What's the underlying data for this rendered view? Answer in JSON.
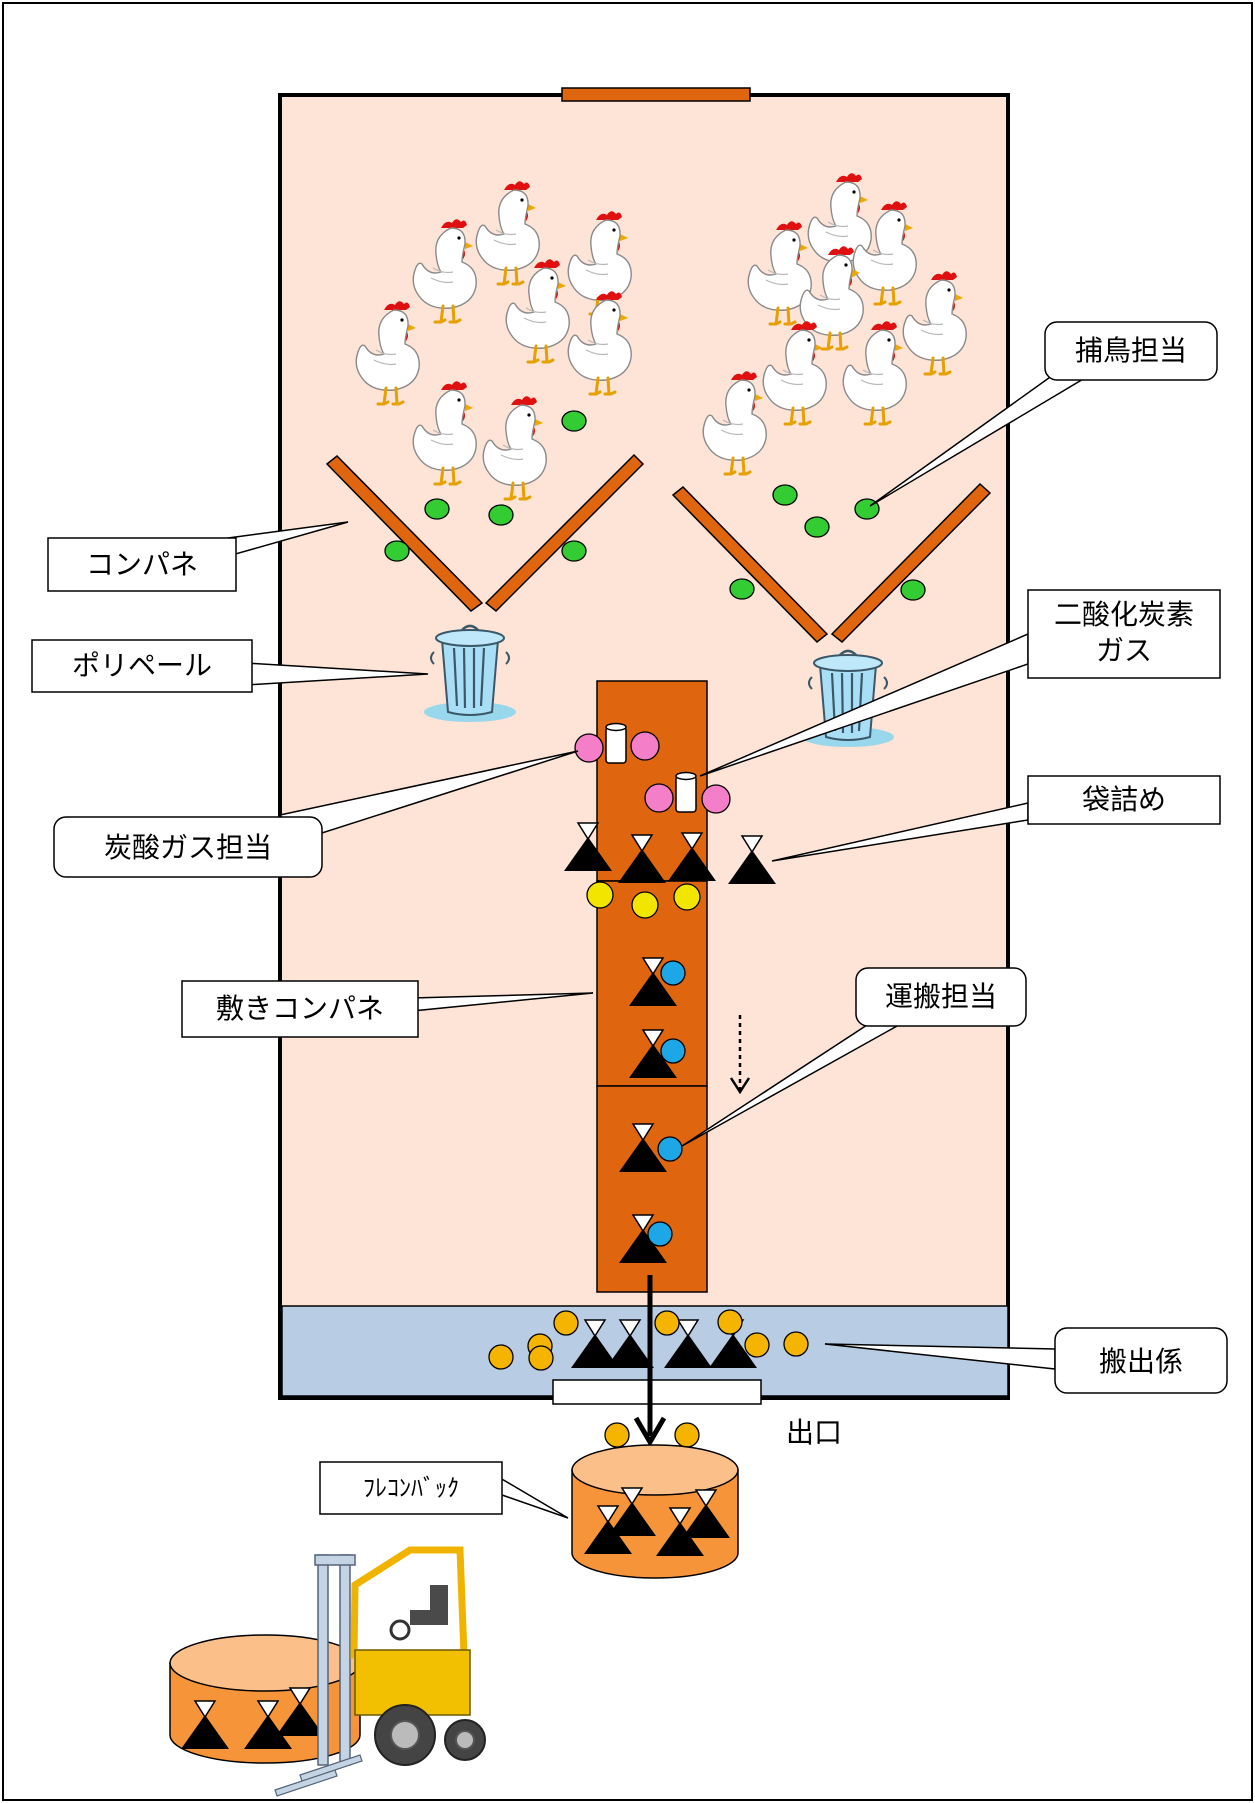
{
  "labels": {
    "companel": "コンパネ",
    "polypail": "ポリペール",
    "catcher": "捕鳥担当",
    "co2_line1": "二酸化炭素",
    "co2_line2": "ガス",
    "co2_worker": "炭酸ガス担当",
    "bagging": "袋詰め",
    "floor_companel": "敷きコンパネ",
    "carrier": "運搬担当",
    "unloader": "搬出係",
    "exit": "出口",
    "flexible_bag": "ﾌﾚｺﾝﾊﾞｯｸ"
  },
  "colors": {
    "room": "#fde4d6",
    "panel": "#e0650f",
    "unload_zone": "#b8cce4",
    "catcher_dot": "#33cc33",
    "co2_worker_dot": "#f47fc8",
    "bagging_dot": "#f2e600",
    "carrier_dot": "#1ea7e6",
    "unloader_dot": "#f5b400",
    "bag": "#f6943a",
    "bag_top": "#fbbf8a"
  },
  "icons": [
    "chicken-icon",
    "trash-can-icon",
    "gas-cylinder-icon",
    "bag-icon",
    "forklift-icon"
  ]
}
